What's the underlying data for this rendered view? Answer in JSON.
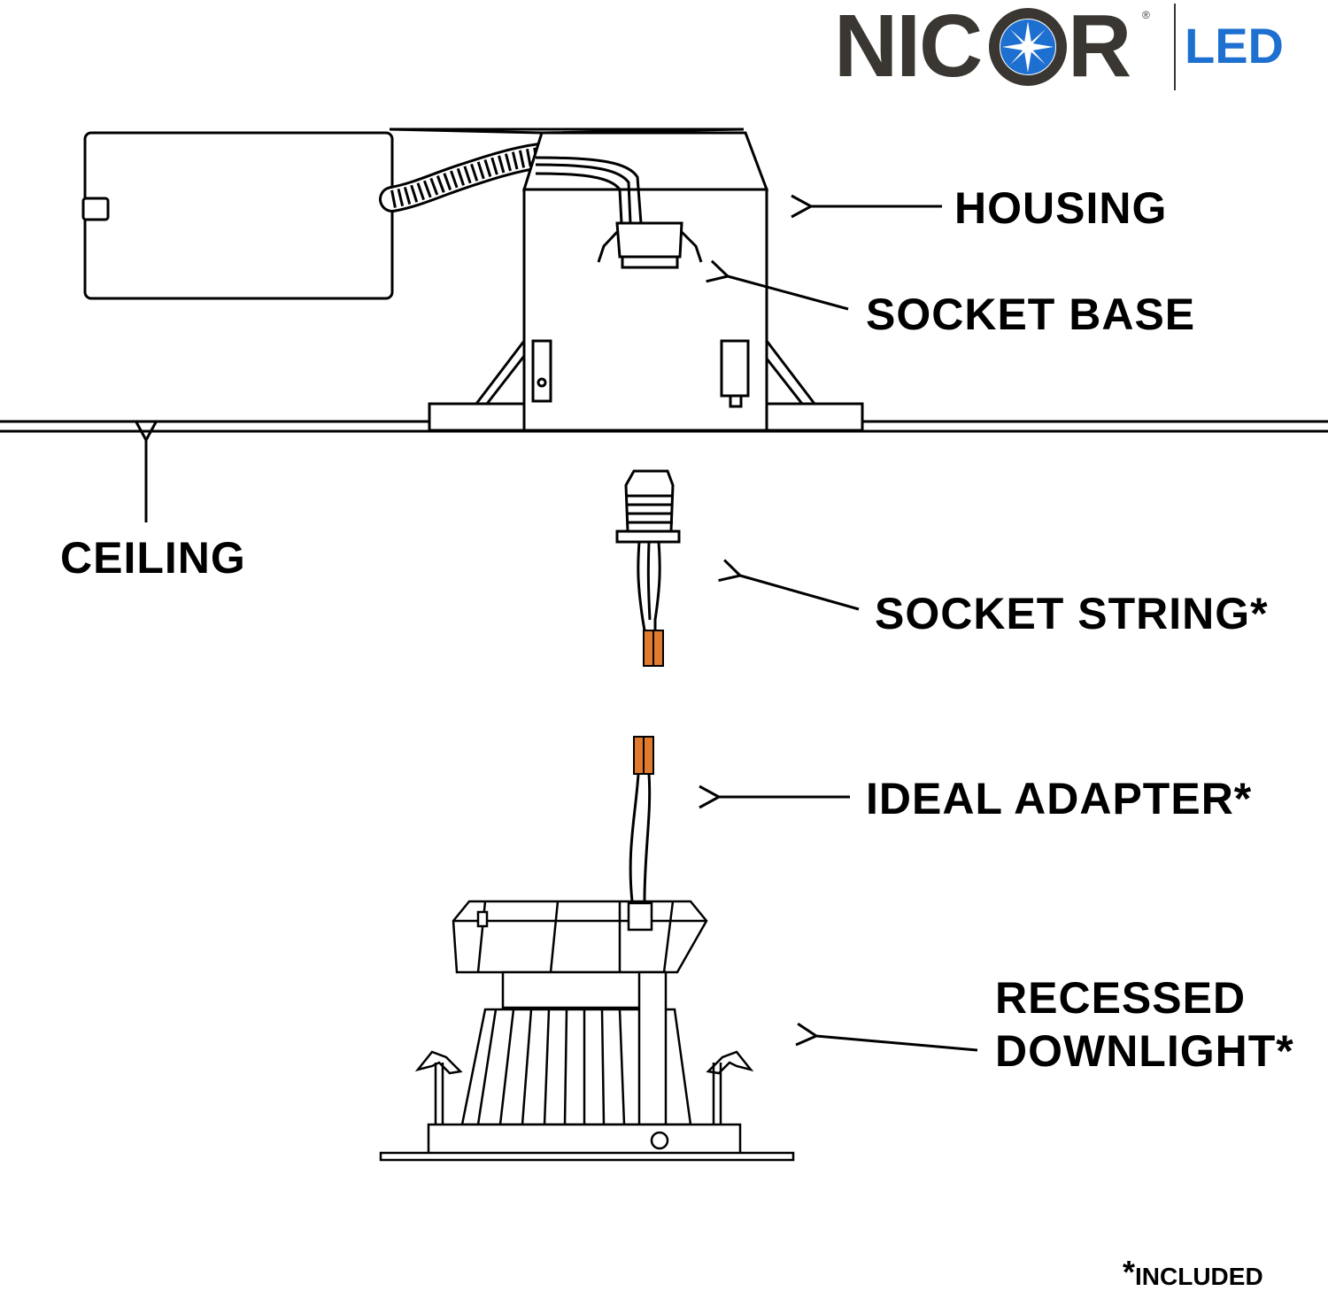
{
  "logo": {
    "brand": "NICOR",
    "brand_left": "NIC",
    "brand_right": "R",
    "registered": "®",
    "suffix": "LED",
    "brand_color": "#3a3632",
    "suffix_color": "#1d6fd0"
  },
  "labels": {
    "housing": "HOUSING",
    "socket_base": "SOCKET BASE",
    "ceiling": "CEILING",
    "socket_string": "SOCKET STRING*",
    "ideal_adapter": "IDEAL ADAPTER*",
    "recessed_line1": "RECESSED",
    "recessed_line2": "DOWNLIGHT*"
  },
  "footnote": {
    "star": "*",
    "text": "INCLUDED"
  },
  "colors": {
    "line": "#000000",
    "connector": "#e07a2e"
  }
}
